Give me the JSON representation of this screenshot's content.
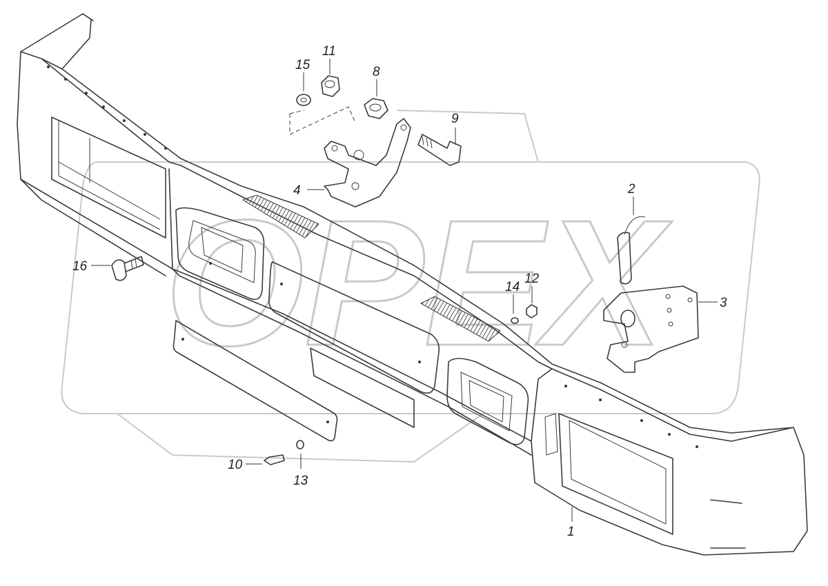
{
  "callouts": [
    {
      "id": "1",
      "label": "1"
    },
    {
      "id": "2",
      "label": "2"
    },
    {
      "id": "3",
      "label": "3"
    },
    {
      "id": "4",
      "label": "4"
    },
    {
      "id": "8",
      "label": "8"
    },
    {
      "id": "9",
      "label": "9"
    },
    {
      "id": "10",
      "label": "10"
    },
    {
      "id": "11",
      "label": "11"
    },
    {
      "id": "12",
      "label": "12"
    },
    {
      "id": "13",
      "label": "13"
    },
    {
      "id": "14",
      "label": "14"
    },
    {
      "id": "15",
      "label": "15"
    },
    {
      "id": "16",
      "label": "16"
    }
  ],
  "watermark": {
    "text": "OPEX"
  },
  "colors": {
    "line": "#3a3a3a",
    "watermark": "#c9c9c9",
    "hatch": "#555555"
  }
}
